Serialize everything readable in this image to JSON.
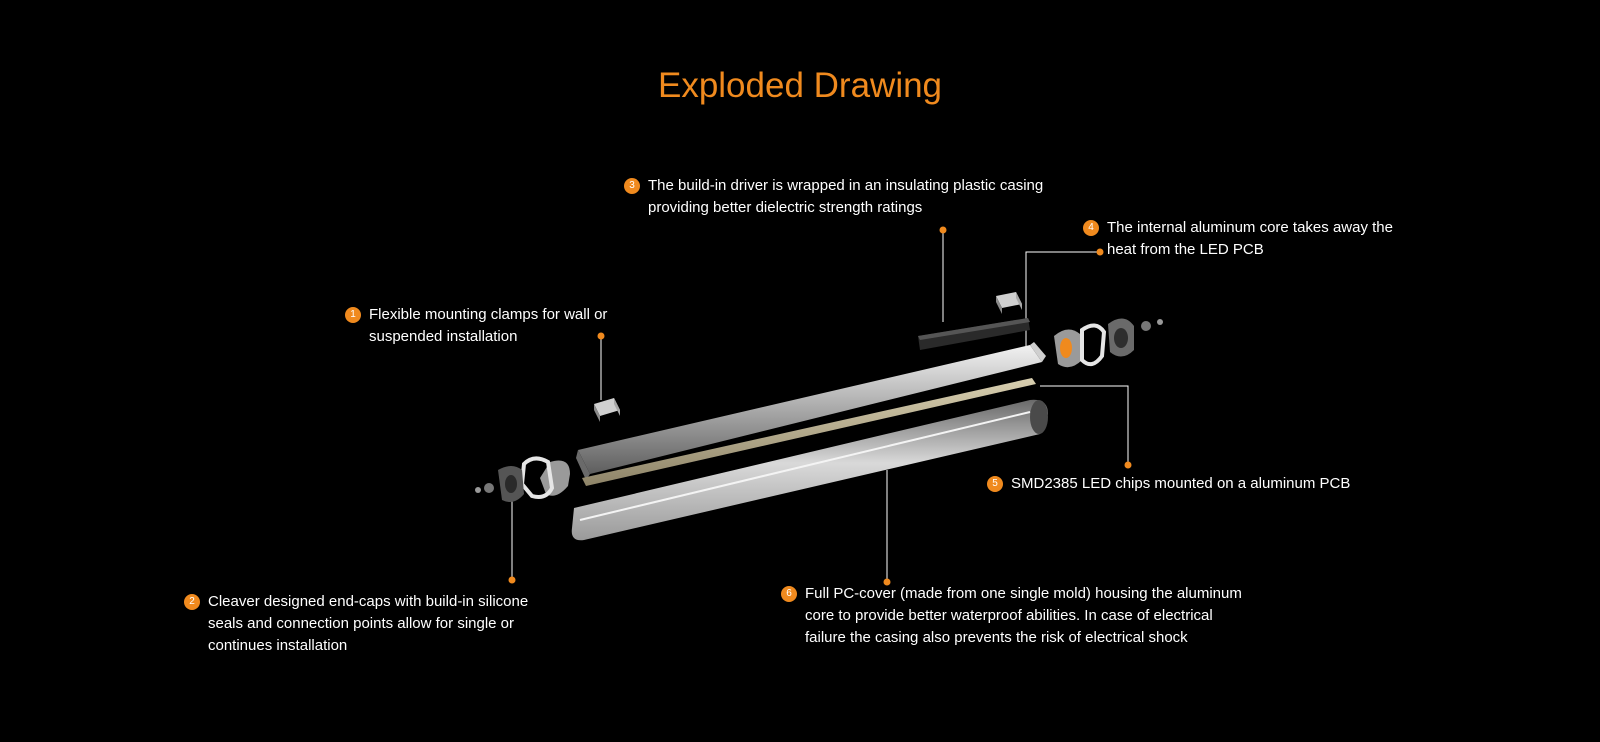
{
  "title": "Exploded Drawing",
  "accent_color": "#f08a1e",
  "callouts": [
    {
      "num": "1",
      "text": "Flexible mounting clamps for wall or suspended installation"
    },
    {
      "num": "2",
      "text": "Cleaver designed end-caps with build-in silicone seals and connection points allow for single or continues installation"
    },
    {
      "num": "3",
      "text": "The build-in driver is wrapped in an insulating plastic casing providing better dielectric strength ratings"
    },
    {
      "num": "4",
      "text": "The internal aluminum core takes away the heat from the LED PCB"
    },
    {
      "num": "5",
      "text": "SMD2385 LED chips mounted on a aluminum PCB"
    },
    {
      "num": "6",
      "text": "Full PC-cover (made from one single mold) housing the aluminum core to provide better waterproof abilities. In case of electrical failure the casing also prevents the risk of electrical shock"
    }
  ]
}
